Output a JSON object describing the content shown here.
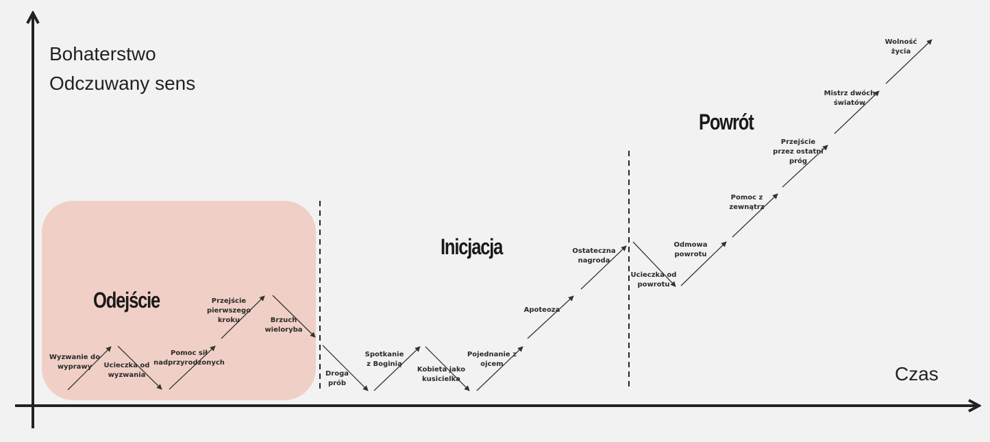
{
  "axes": {
    "y_label_1": "Bohaterstwo",
    "y_label_2": "Odczuwany sens",
    "x_label": "Czas"
  },
  "phases": {
    "departure": "Odejście",
    "initiation": "Inicjacja",
    "return": "Powrót"
  },
  "colors": {
    "departure_box": "#f0d0c6",
    "background": "#f2f2f2",
    "ink": "#222222"
  },
  "stages": [
    {
      "l1": "Wyzwanie do",
      "l2": "wyprawy"
    },
    {
      "l1": "Ucieczka od",
      "l2": "wyzwania"
    },
    {
      "l1": "Pomoc sił",
      "l2": "nadprzyrodzonych"
    },
    {
      "l1": "Przejście",
      "l2": "pierwszego",
      "l3": "kroku"
    },
    {
      "l1": "Brzuch",
      "l2": "wieloryba"
    },
    {
      "l1": "Droga",
      "l2": "prób"
    },
    {
      "l1": "Spotkanie",
      "l2": "z Boginią"
    },
    {
      "l1": "Kobieta jako",
      "l2": "kusicielka"
    },
    {
      "l1": "Pojednanie z",
      "l2": "ojcem"
    },
    {
      "l1": "Apoteoza"
    },
    {
      "l1": "Ostateczna",
      "l2": "nagroda"
    },
    {
      "l1": "Ucieczka od",
      "l2": "powrotu"
    },
    {
      "l1": "Odmowa",
      "l2": "powrotu"
    },
    {
      "l1": "Pomoc z",
      "l2": "zewnątrz"
    },
    {
      "l1": "Przejście",
      "l2": "przez ostatni",
      "l3": "próg"
    },
    {
      "l1": "Mistrz dwóch",
      "l2": "światów"
    },
    {
      "l1": "Wolność",
      "l2": "życia"
    }
  ]
}
